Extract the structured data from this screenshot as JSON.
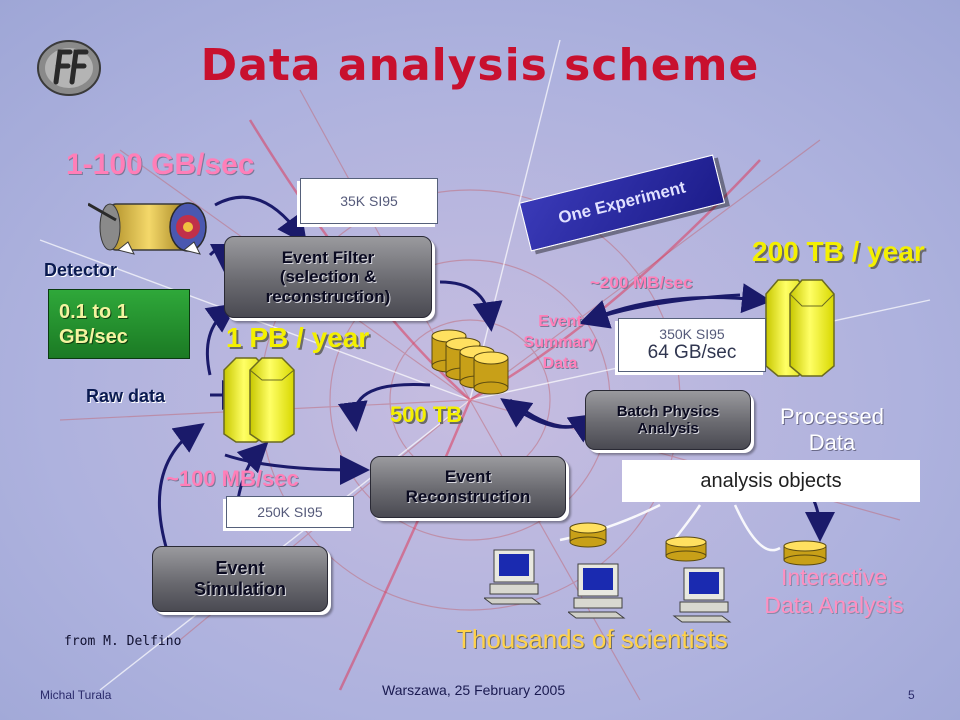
{
  "title": "Data analysis scheme",
  "rates": {
    "top": "1-100 GB/sec",
    "mid": "~100 MB/sec",
    "upper": "~200 MB/sec"
  },
  "volumes": {
    "raw": "1 PB / year",
    "processed": "200 TB / year",
    "esd": "500 TB"
  },
  "labels": {
    "detector": "Detector",
    "raw_data": "Raw data",
    "processed_l1": "Processed",
    "processed_l2": "Data",
    "esd_l1": "Event",
    "esd_l2": "Summary",
    "esd_l3": "Data",
    "interactive_l1": "Interactive",
    "interactive_l2": "Data Analysis",
    "scientists": "Thousands of scientists",
    "credit": "from M. Delfino"
  },
  "boxes": {
    "filter_l1": "Event Filter",
    "filter_l2": "(selection &",
    "filter_l3": "reconstruction)",
    "reco_l1": "Event",
    "reco_l2": "Reconstruction",
    "sim_l1": "Event",
    "sim_l2": "Simulation",
    "batch_l1": "Batch Physics",
    "batch_l2": "Analysis",
    "experiment": "One Experiment",
    "analysis_objects": "analysis objects",
    "green_l1": "0.1 to 1",
    "green_l2": "GB/sec"
  },
  "si": {
    "filter": "35K SI95",
    "sim": "250K SI95",
    "batch_l1": "350K SI95",
    "batch_l2": "64 GB/sec"
  },
  "footer": {
    "author": "Michal Turala",
    "event": "Warszawa, 25 February 2005",
    "page": "5"
  },
  "icons": [
    "logo-icon",
    "detector-icon",
    "database-icon",
    "computer-icon"
  ],
  "colors": {
    "title": "#c8102e",
    "volume": "#f4f000",
    "rate": "#ff7fb8",
    "scientists": "#ffd24a"
  }
}
